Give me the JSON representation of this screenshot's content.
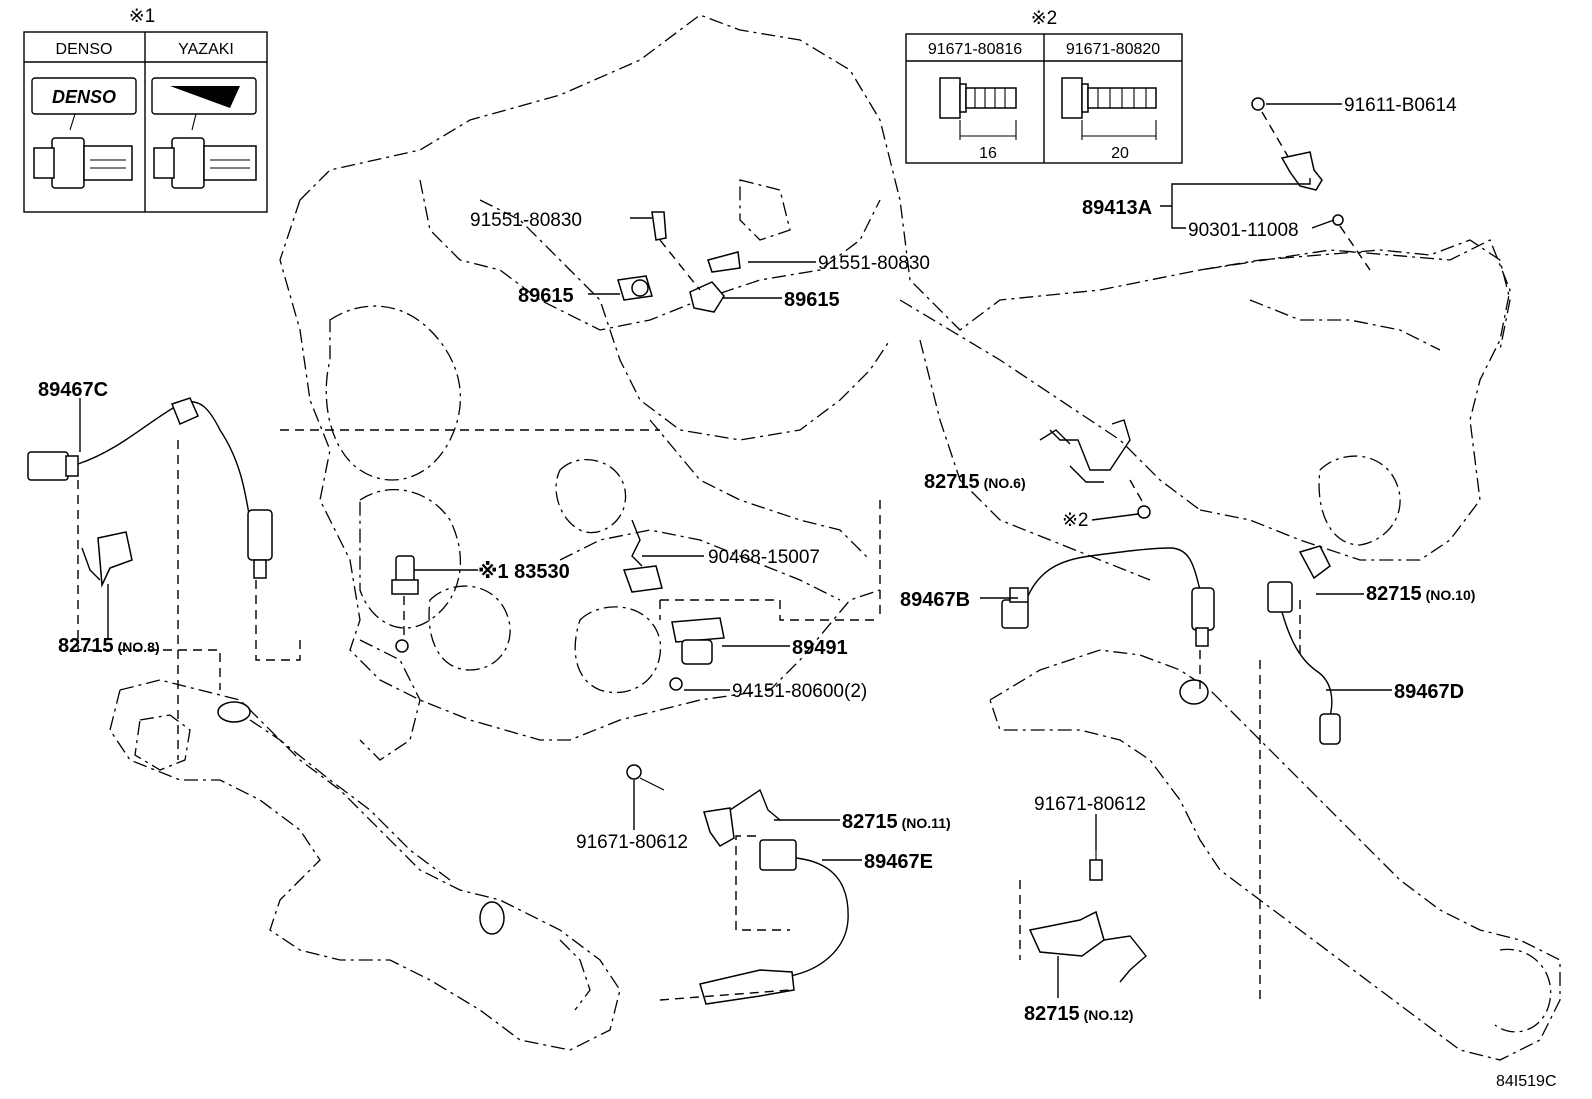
{
  "note1": {
    "mark": "※1",
    "columns": [
      "DENSO",
      "YAZAKI"
    ],
    "logo_text": "DENSO"
  },
  "note2": {
    "mark": "※2",
    "columns": [
      "91671-80816",
      "91671-80820"
    ],
    "lengths": [
      "16",
      "20"
    ]
  },
  "callouts": [
    {
      "id": "c1",
      "text": "91611-B0614"
    },
    {
      "id": "c2",
      "text": "89413A"
    },
    {
      "id": "c3",
      "text": "90301-11008"
    },
    {
      "id": "c4",
      "text": "91551-80830"
    },
    {
      "id": "c5",
      "text": "91551-80830"
    },
    {
      "id": "c6",
      "text": "89615"
    },
    {
      "id": "c7",
      "text": "89615"
    },
    {
      "id": "c8",
      "text": "89467C"
    },
    {
      "id": "c9",
      "text": "82715",
      "sub": "(NO.6)"
    },
    {
      "id": "c10",
      "text": "※2"
    },
    {
      "id": "c11",
      "text": "90468-15007"
    },
    {
      "id": "c12",
      "text": "※1 83530"
    },
    {
      "id": "c13",
      "text": "89467B"
    },
    {
      "id": "c14",
      "text": "82715",
      "sub": "(NO.10)"
    },
    {
      "id": "c15",
      "text": "82715",
      "sub": "(NO.8)"
    },
    {
      "id": "c16",
      "text": "89491"
    },
    {
      "id": "c17",
      "text": "94151-80600(2)"
    },
    {
      "id": "c18",
      "text": "89467D"
    },
    {
      "id": "c19",
      "text": "91671-80612"
    },
    {
      "id": "c20",
      "text": "82715",
      "sub": "(NO.11)"
    },
    {
      "id": "c21",
      "text": "89467E"
    },
    {
      "id": "c22",
      "text": "91671-80612"
    },
    {
      "id": "c23",
      "text": "82715",
      "sub": "(NO.12)"
    }
  ],
  "figure_code": "84I519C"
}
